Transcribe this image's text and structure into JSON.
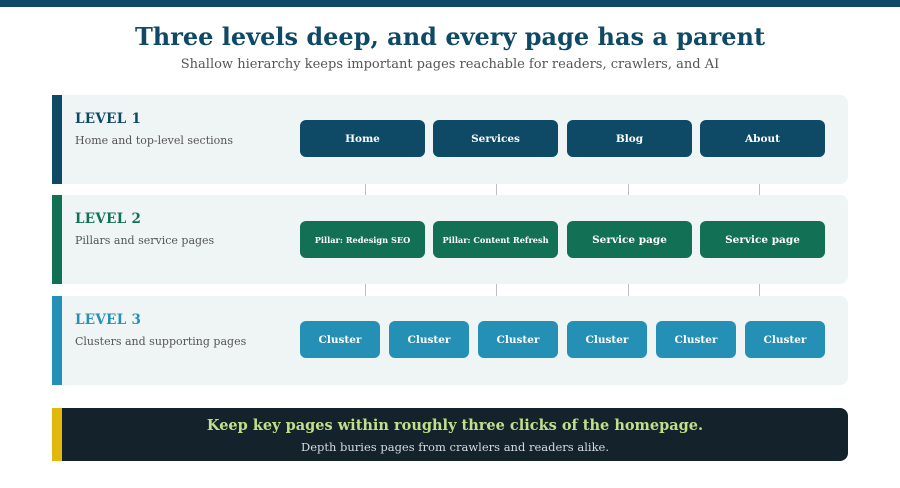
{
  "title": "Three levels deep, and every page has a parent",
  "subtitle": "Shallow hierarchy keeps important pages reachable for readers, crawlers, and AI",
  "colors": {
    "level1": "#0e4a66",
    "level2": "#127055",
    "level3": "#2590b6",
    "band_bg": "#eff4f5",
    "callout_bg": "#14222b",
    "callout_accent": "#e3b80c",
    "callout_head": "#bfe08a"
  },
  "levels": [
    {
      "label": "LEVEL 1",
      "description": "Home and top-level sections",
      "nodes": [
        "Home",
        "Services",
        "Blog",
        "About"
      ]
    },
    {
      "label": "LEVEL 2",
      "description": "Pillars and service pages",
      "nodes": [
        "Pillar: Redesign SEO",
        "Pillar: Content Refresh",
        "Service page",
        "Service page"
      ]
    },
    {
      "label": "LEVEL 3",
      "description": "Clusters and supporting pages",
      "nodes": [
        "Cluster",
        "Cluster",
        "Cluster",
        "Cluster",
        "Cluster",
        "Cluster"
      ]
    }
  ],
  "callout": {
    "headline": "Keep key pages within roughly three clicks of the homepage.",
    "subtext": "Depth buries pages from crawlers and readers alike."
  }
}
